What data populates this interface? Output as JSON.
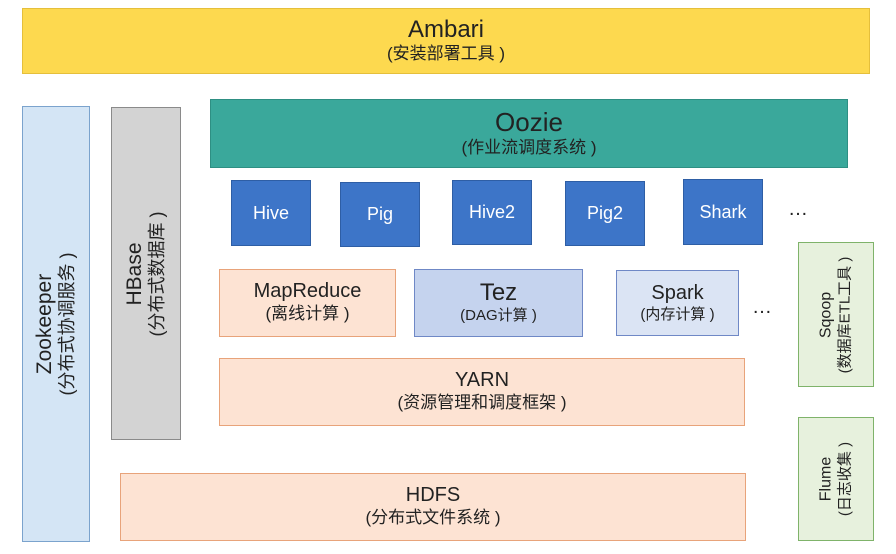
{
  "ambari": {
    "title": "Ambari",
    "subtitle": "(安装部署工具 )"
  },
  "oozie": {
    "title": "Oozie",
    "subtitle": "(作业流调度系统 )"
  },
  "engines": [
    "Hive",
    "Pig",
    "Hive2",
    "Pig2",
    "Shark"
  ],
  "engines_more": "…",
  "frameworks": {
    "mapreduce": {
      "title": "MapReduce",
      "subtitle": "(离线计算 )"
    },
    "tez": {
      "title": "Tez",
      "subtitle": "(DAG计算 )"
    },
    "spark": {
      "title": "Spark",
      "subtitle": "(内存计算 )"
    },
    "more": "…"
  },
  "yarn": {
    "title": "YARN",
    "subtitle": "(资源管理和调度框架 )"
  },
  "hdfs": {
    "title": "HDFS",
    "subtitle": "(分布式文件系统 )"
  },
  "zookeeper": {
    "title": "Zookeeper",
    "subtitle": "(分布式协调服务 )"
  },
  "hbase": {
    "title": "HBase",
    "subtitle": "(分布式数据库 )"
  },
  "sqoop": {
    "title": "Sqoop",
    "subtitle": "(数据库ETL工具 )"
  },
  "flume": {
    "title": "Flume",
    "subtitle": "(日志收集 )"
  },
  "colors": {
    "ambari": "#fdd94f",
    "oozie": "#3aa89b",
    "engine": "#3d75c8",
    "peach": "#fde3d3",
    "lavender": "#c5d3ee",
    "zookeeper": "#d4e5f5",
    "hbase": "#d3d3d3",
    "green": "#e7f1dd"
  }
}
